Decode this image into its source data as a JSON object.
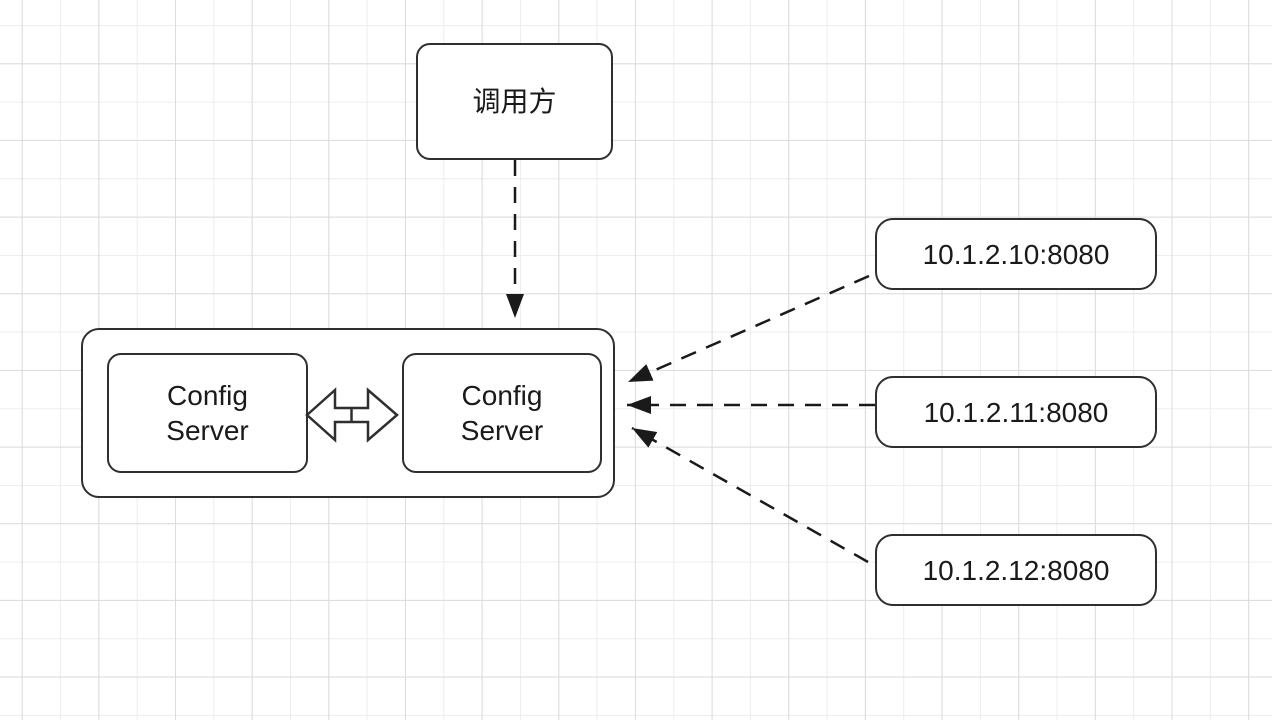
{
  "diagram": {
    "caller": {
      "label": "调用方"
    },
    "cluster": {
      "left_server": {
        "label": "Config\nServer"
      },
      "right_server": {
        "label": "Config\nServer"
      },
      "sync_icon": "double-arrow-icon"
    },
    "instances": [
      {
        "label": "10.1.2.10:8080"
      },
      {
        "label": "10.1.2.11:8080"
      },
      {
        "label": "10.1.2.12:8080"
      }
    ],
    "colors": {
      "shape_stroke": "#2f2f2f",
      "edge_stroke": "#1a1a1a",
      "text": "#1a1a1a",
      "canvas_background": "#ffffff",
      "grid_minor": "#ededed",
      "grid_major": "#dcdcdc"
    }
  }
}
